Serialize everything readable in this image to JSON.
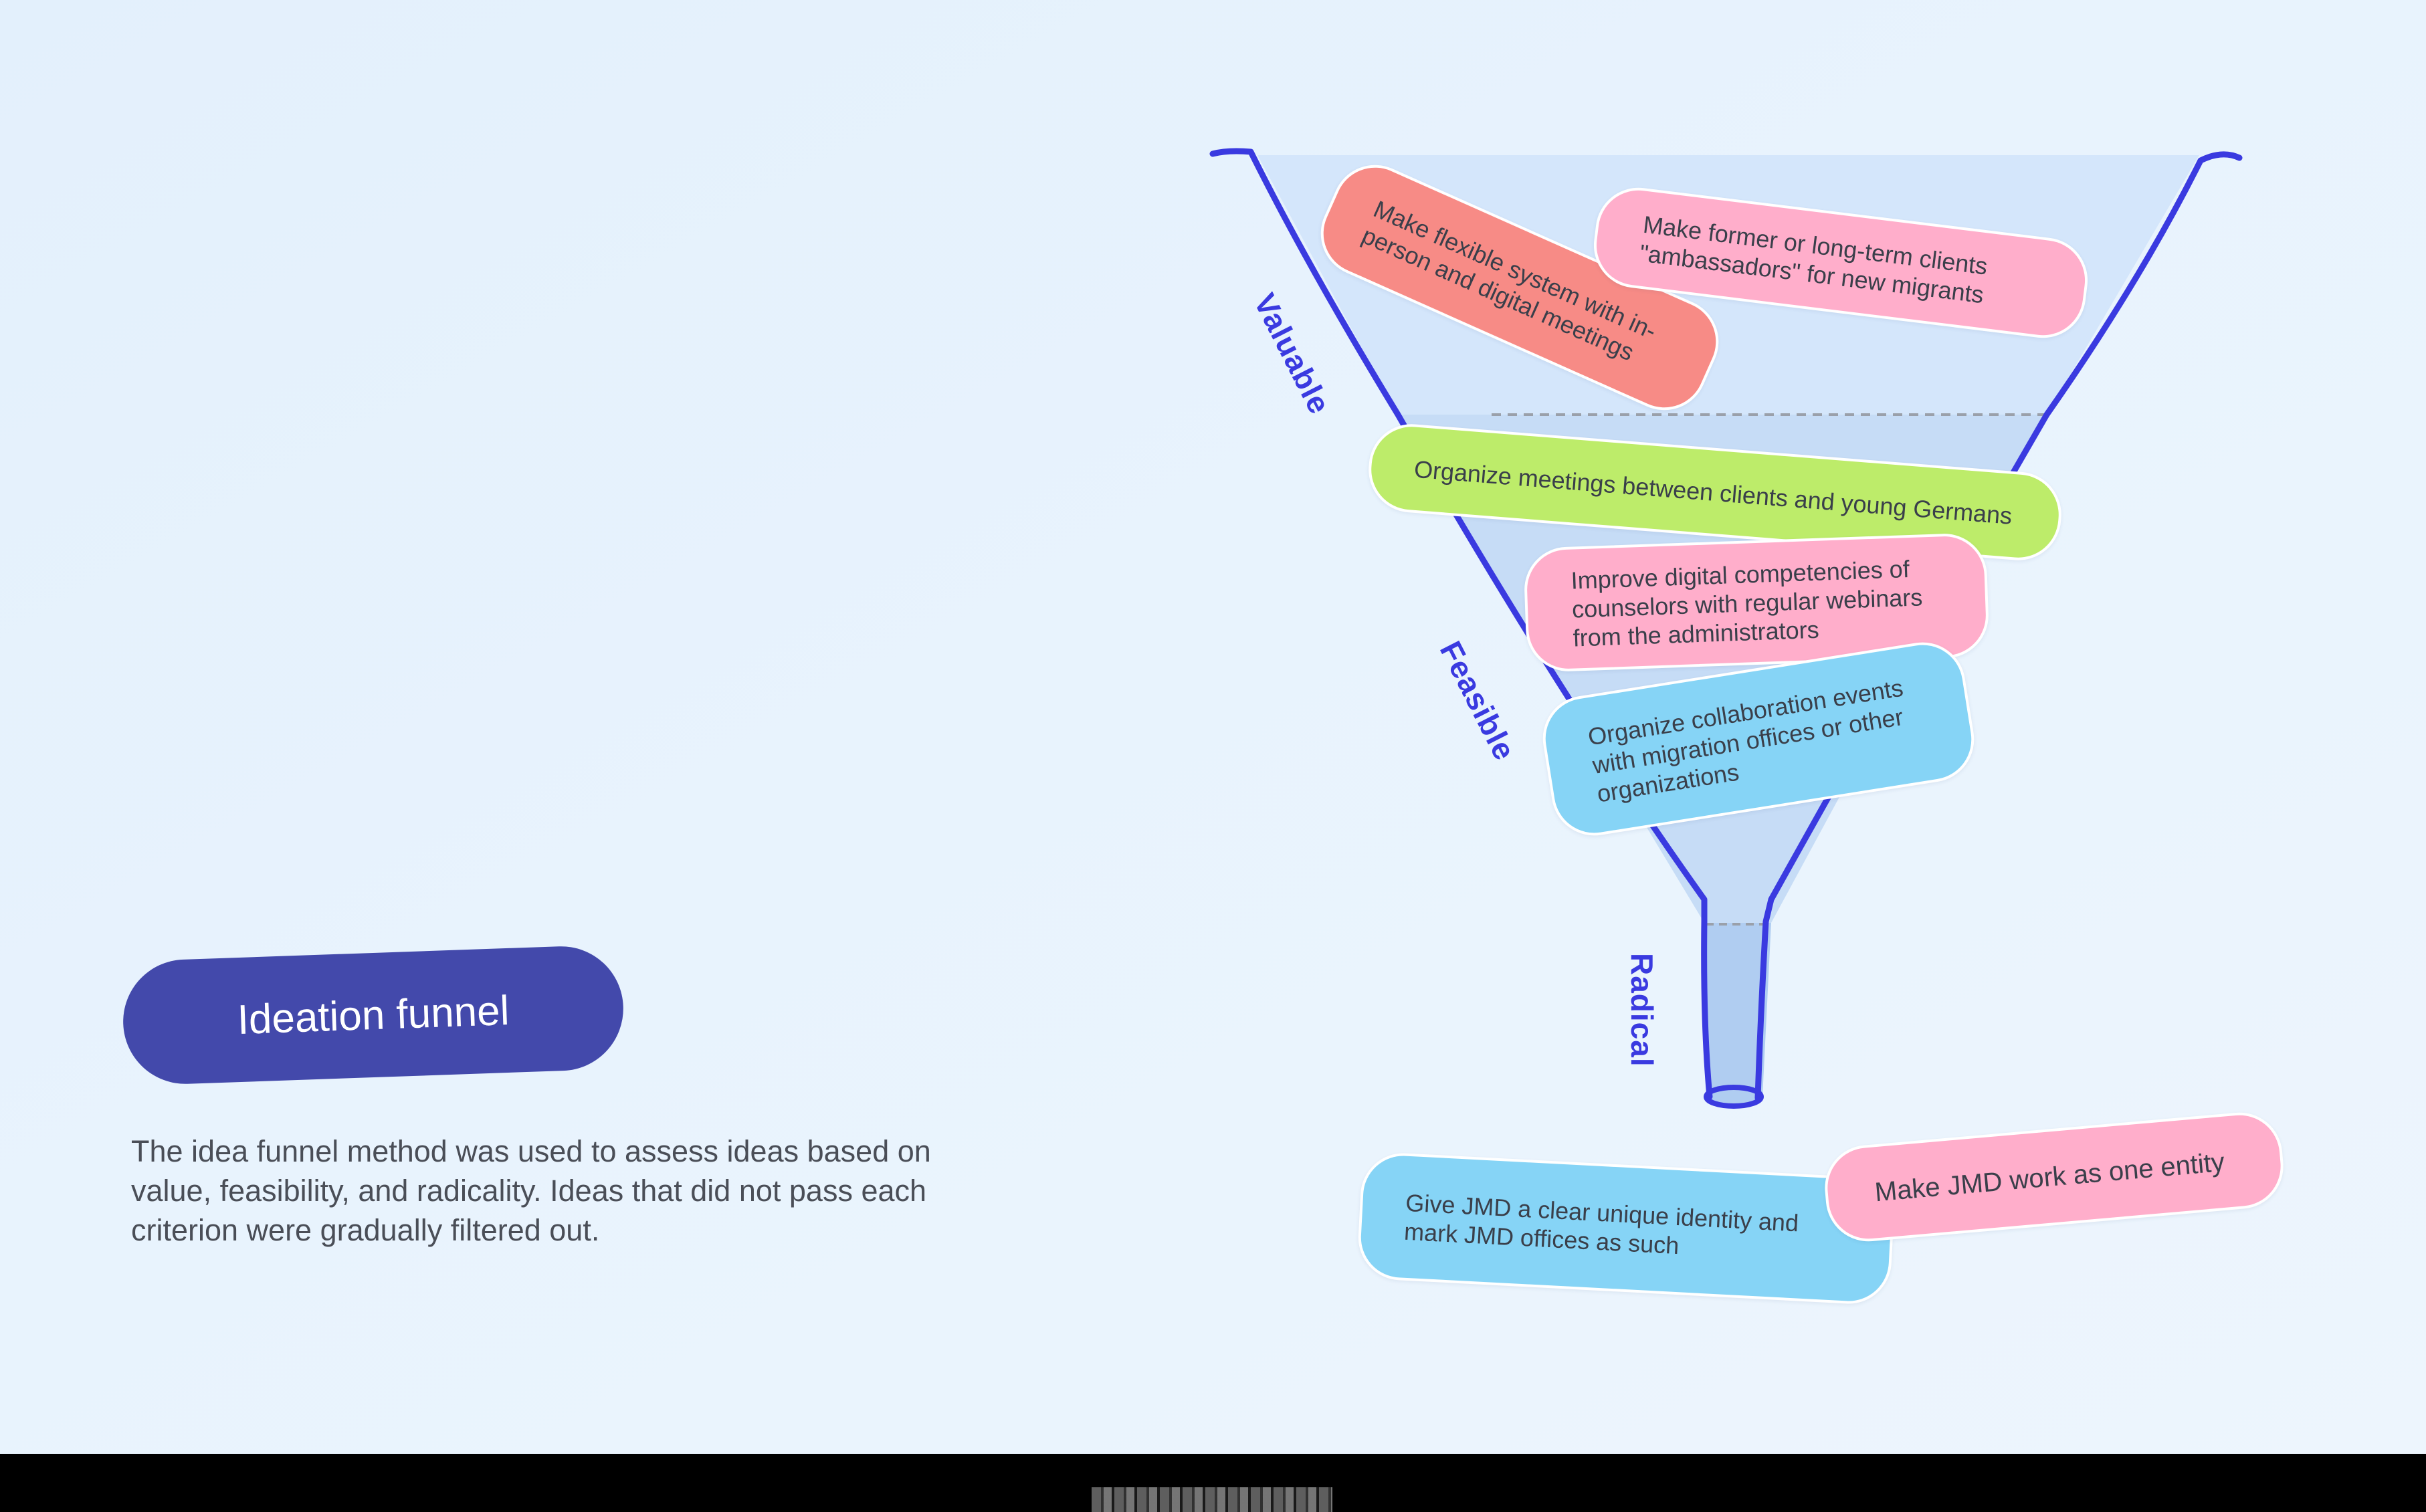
{
  "title": "Ideation funnel",
  "description": "The idea funnel method was used to assess ideas based on value, feasibility, and radicality. Ideas that did not pass each criterion were gradually filtered out.",
  "stages": {
    "valuable": "Valuable",
    "feasible": "Feasible",
    "radical": "Radical"
  },
  "ideas": {
    "flexible_system": "Make flexible system with in-person and digital meetings",
    "ambassadors": "Make former or long-term clients \"ambassadors\" for new migrants",
    "organize_meetings": "Organize meetings between clients and young Germans",
    "digital_competencies": "Improve digital competencies of counselors with regular webinars from the administrators",
    "collaboration_events": "Organize collaboration events with migration offices or other organizations",
    "clear_identity": "Give JMD a clear unique identity and mark JMD offices as such",
    "one_entity": "Make JMD work as one entity"
  },
  "colors": {
    "accent": "#4349ab",
    "funnel_outline": "#3a3ae0",
    "salmon": "#f78b86",
    "pink": "#ffaecb",
    "green": "#bdec6a",
    "blue": "#86d4f6"
  }
}
